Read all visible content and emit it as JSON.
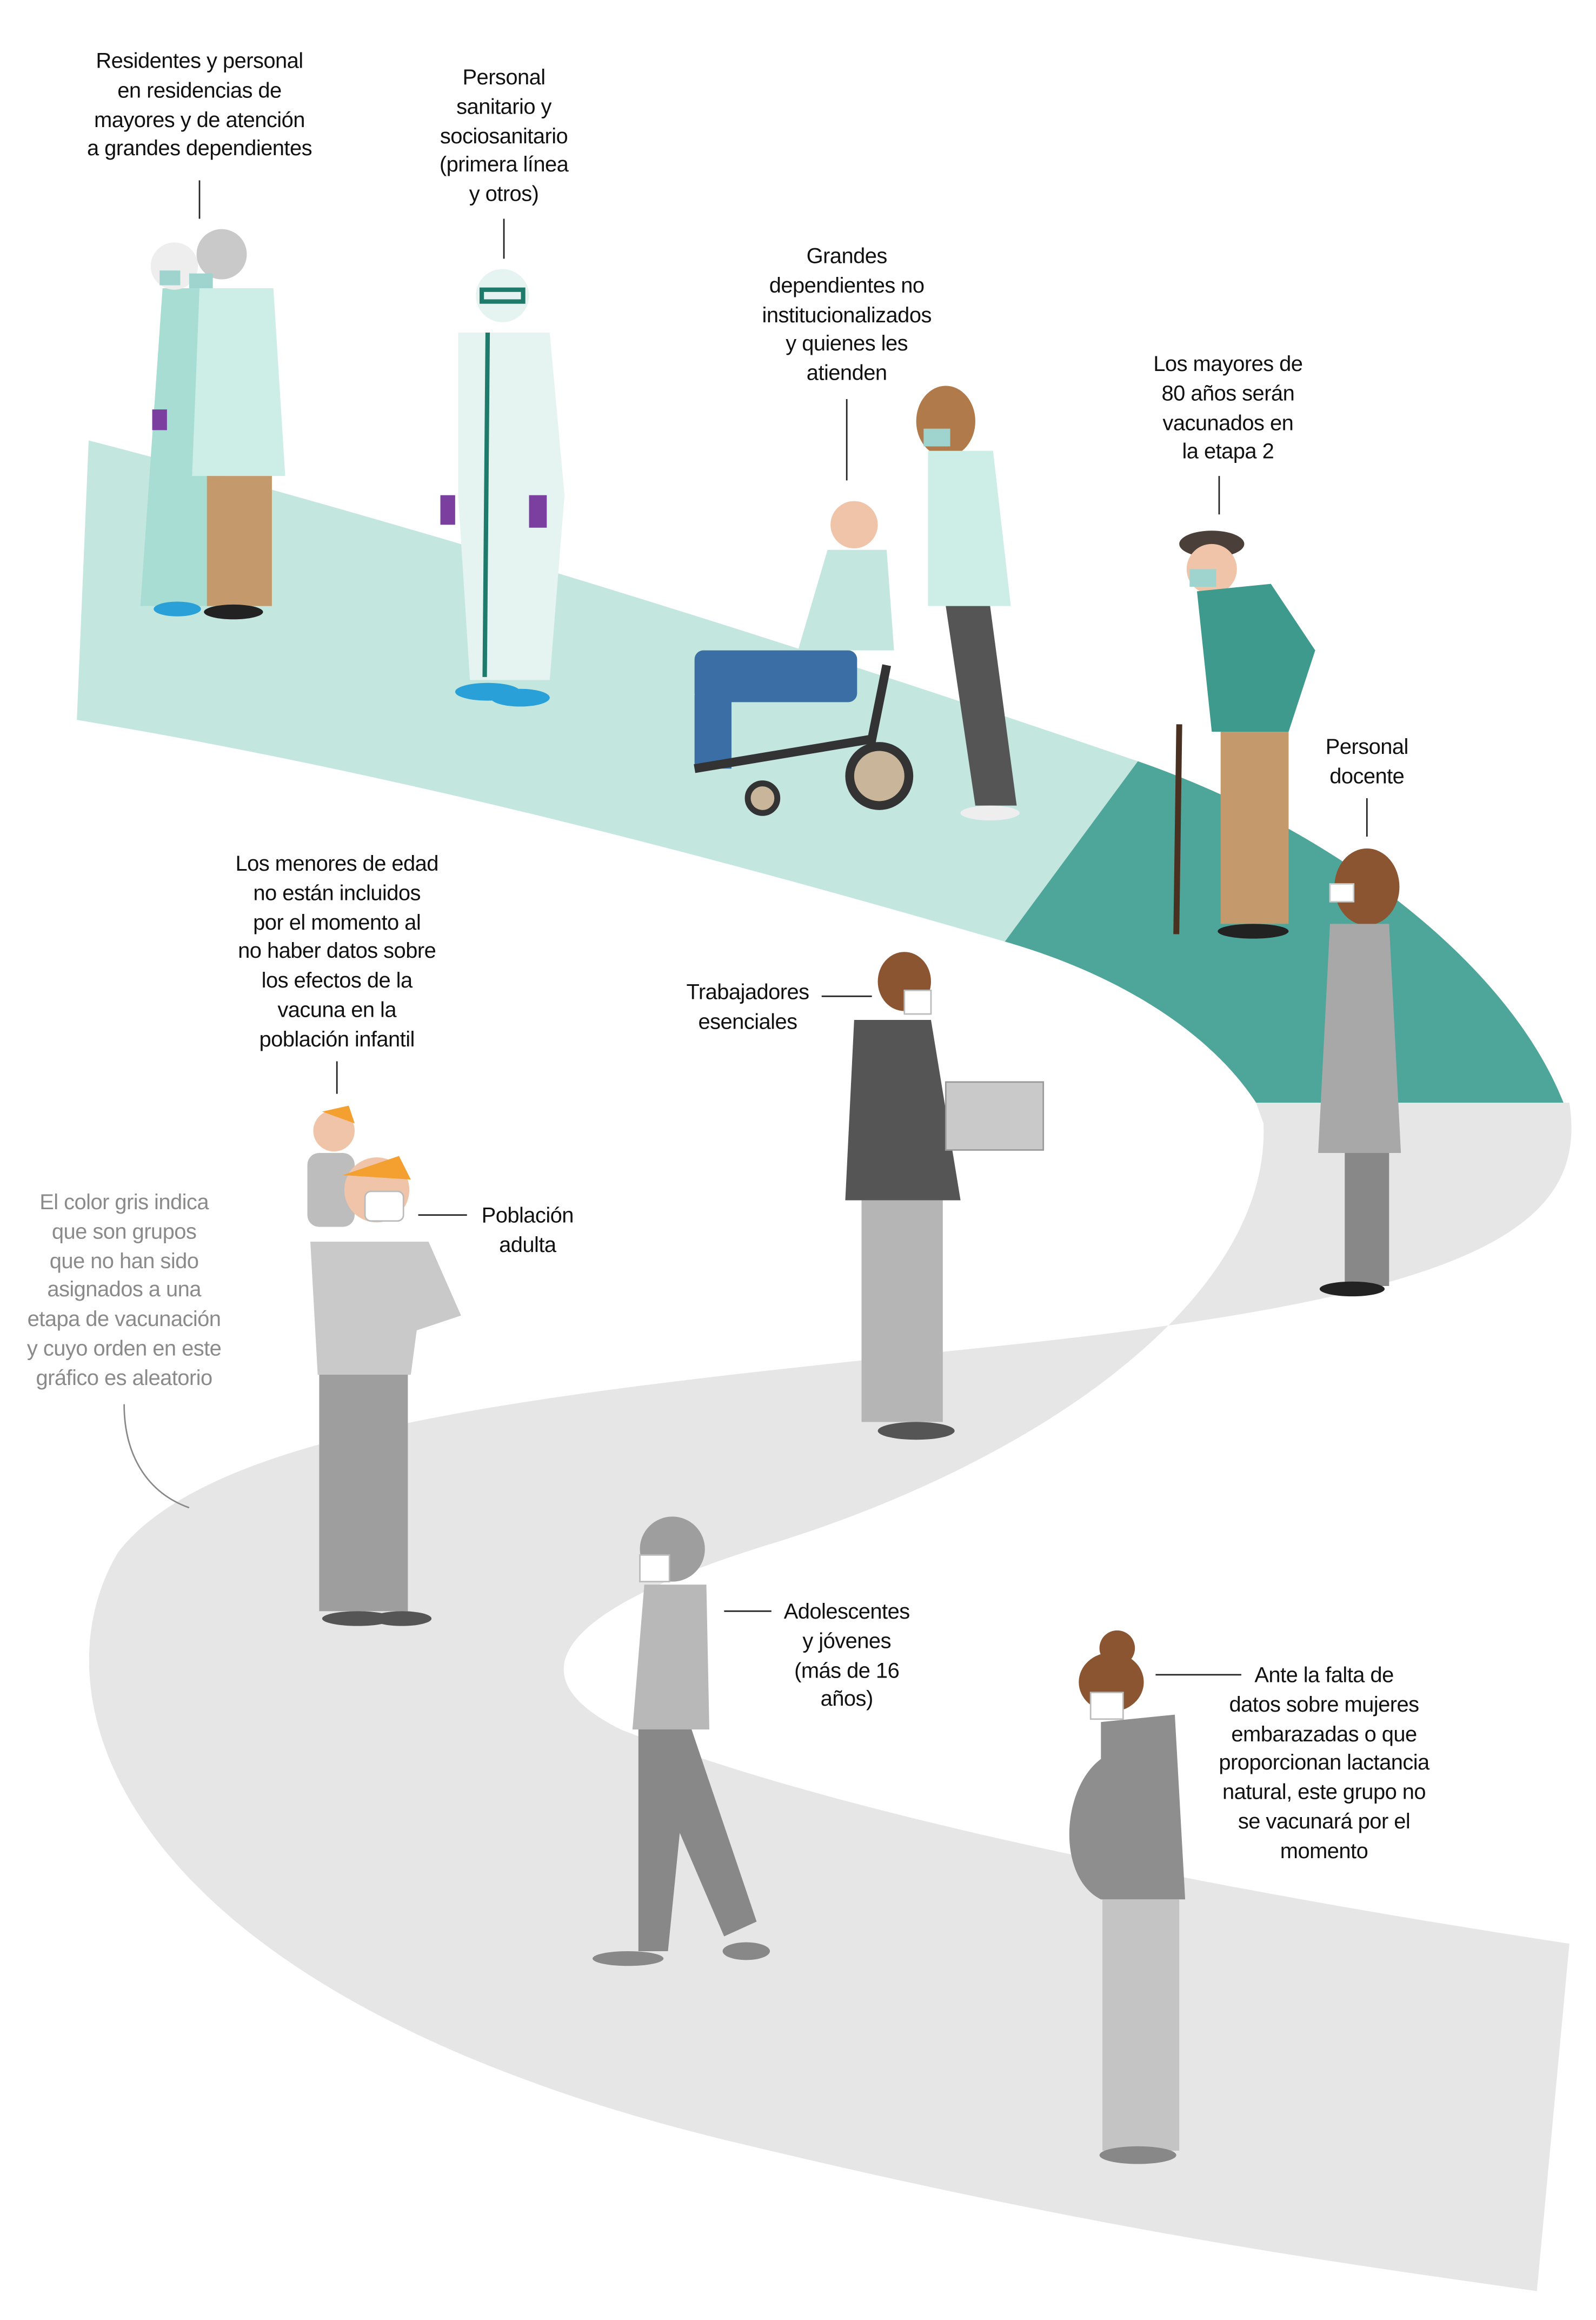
{
  "colors": {
    "stage1_light": "#c3e6df",
    "stage2_teal": "#4ea59a",
    "unassigned_gray": "#e6e6e6"
  },
  "labels": {
    "residencias": "Residentes y personal\nen residencias de\nmayores y de atención\na grandes dependientes",
    "sanitario": "Personal\nsanitario y\nsociosanitario\n(primera línea\ny otros)",
    "grandes_dependientes": "Grandes\ndependientes no\ninstitucionalizados\ny quienes les\natienden",
    "mayores_80": "Los mayores de\n80 años serán\nvacunados en\nla etapa 2",
    "docente": "Personal\ndocente",
    "menores": "Los menores de edad\nno están incluidos\npor el momento al\nno haber datos sobre\nlos efectos de la\nvacuna en la\npoblación infantil",
    "esenciales": "Trabajadores\nesenciales",
    "adulta": "Población\nadulta",
    "nota_gris": "El color gris indica\nque son grupos\nque no han sido\nasignados a una\netapa de vacunación\ny cuyo orden en este\ngráfico es aleatorio",
    "adolescentes": "Adolescentes\ny jóvenes\n(más de 16\naños)",
    "embarazadas": "Ante la falta de\ndatos sobre mujeres\nembarazadas o que\nproporcionan lactancia\nnatural, este grupo no\nse vacunará por el\nmomento"
  }
}
